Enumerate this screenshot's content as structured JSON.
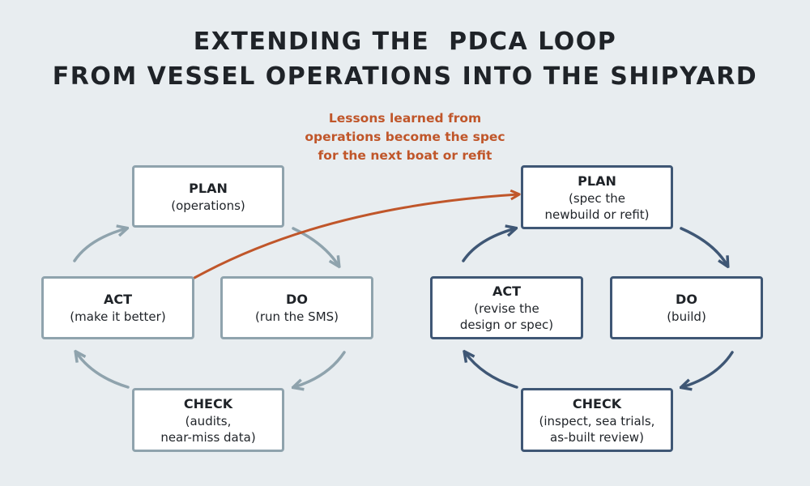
{
  "title": {
    "line1": "EXTENDING THE  PDCA LOOP",
    "line2": "FROM VESSEL OPERATIONS INTO THE SHIPYARD"
  },
  "annotation": {
    "line1": "Lessons learned from",
    "line2": "operations become the spec",
    "line3": "for the next boat or refit"
  },
  "colors": {
    "left_loop": "#8fa3ad",
    "right_loop": "#3f5775",
    "annotation": "#c0562a"
  },
  "left_loop": {
    "plan": {
      "head": "PLAN",
      "sub": "(operations)"
    },
    "do": {
      "head": "DO",
      "sub": "(run the SMS)"
    },
    "check": {
      "head": "CHECK",
      "sub": "(audits,\nnear-miss data)"
    },
    "act": {
      "head": "ACT",
      "sub": "(make it better)"
    }
  },
  "right_loop": {
    "plan": {
      "head": "PLAN",
      "sub": "(spec the\nnewbuild or refit)"
    },
    "do": {
      "head": "DO",
      "sub": "(build)"
    },
    "check": {
      "head": "CHECK",
      "sub": "(inspect, sea trials,\nas-built review)"
    },
    "act": {
      "head": "ACT",
      "sub": "(revise the\ndesign or spec)"
    }
  }
}
